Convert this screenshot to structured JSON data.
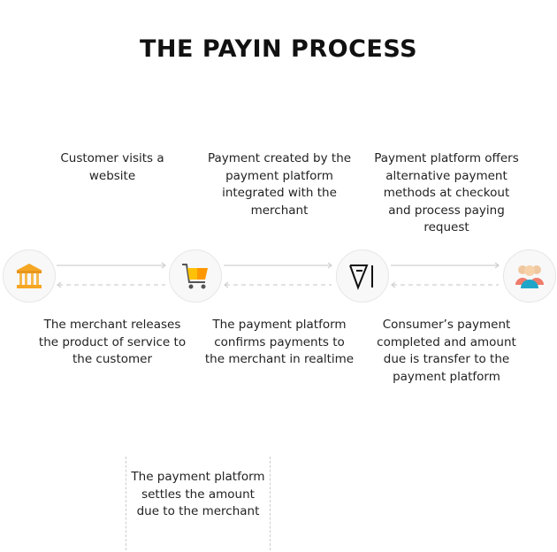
{
  "title": "THE PAYIN PROCESS",
  "top_texts": [
    "Customer visits a website",
    "Payment created by the payment platform integrated with the merchant",
    "Payment platform offers alternative payment methods at checkout and process paying request"
  ],
  "bottom_texts": [
    "The merchant releases the product of service to the customer",
    "The payment platform confirms payments to the merchant in realtime",
    "Consumer’s payment completed and amount due is transfer to the payment platform"
  ],
  "settle_text": "The payment platform settles the amount due to the merchant",
  "nodes": [
    "bank-icon",
    "shopping-cart-icon",
    "payment-platform-logo-icon",
    "customers-icon"
  ],
  "colors": {
    "orange": "#f5a623",
    "arrow": "#d0d0d0"
  }
}
